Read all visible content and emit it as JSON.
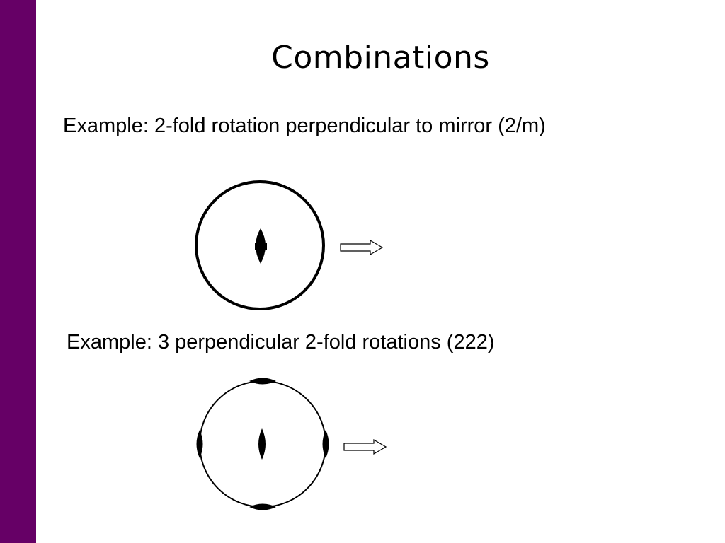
{
  "slide": {
    "title": "Combinations",
    "accent_color": "#660066"
  },
  "examples": [
    {
      "caption": "Example: 2-fold rotation perpendicular to mirror (2/m)",
      "symbol": "2/m",
      "diagram": {
        "circle": "bold-great-circle",
        "center_symbol": "two-fold-lens-with-bar-icon",
        "arrow": "right-hollow-arrow-icon"
      }
    },
    {
      "caption": "Example: 3 perpendicular 2-fold rotations (222)",
      "symbol": "222",
      "diagram": {
        "circle": "thin-great-circle",
        "center_symbol": "two-fold-lens-icon",
        "edge_symbols": [
          "two-fold-lens-top-icon",
          "two-fold-lens-bottom-icon",
          "two-fold-lens-left-icon",
          "two-fold-lens-right-icon"
        ],
        "arrow": "right-hollow-arrow-icon"
      }
    }
  ]
}
